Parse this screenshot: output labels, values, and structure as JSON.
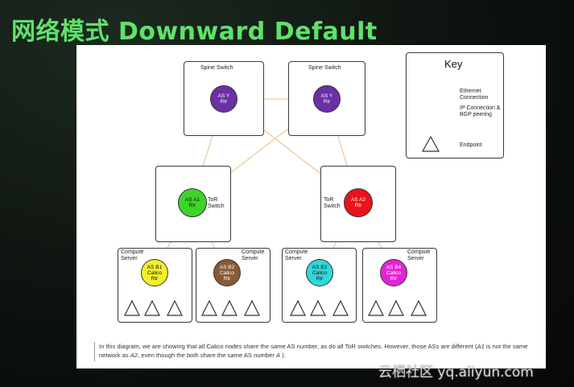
{
  "title": "网络模式 Downward Default",
  "spine_label": "Spine Switch",
  "spines": [
    {
      "as": "AS Y",
      "sub": "Rtr",
      "color": "#6b2fa6"
    },
    {
      "as": "AS Y",
      "sub": "Rtr",
      "color": "#6b2fa6"
    }
  ],
  "tor_label": "ToR Switch",
  "tors": [
    {
      "as": "AS A1",
      "sub": "Rtr",
      "color": "#3ed42a"
    },
    {
      "as": "AS A2",
      "sub": "Rtr",
      "color": "#e8131b"
    }
  ],
  "compute_label": "Compute Server",
  "computes": [
    {
      "as": "AS B1",
      "mid": "Calico",
      "sub": "Rtr",
      "color": "#f4ef2a"
    },
    {
      "as": "AS B2",
      "mid": "Calico",
      "sub": "Rtr",
      "color": "#8a5a34"
    },
    {
      "as": "AS B3",
      "mid": "Calico",
      "sub": "Rtr",
      "color": "#30d8d8"
    },
    {
      "as": "AS B4",
      "mid": "Calico",
      "sub": "Rtr",
      "color": "#e323d6"
    }
  ],
  "key": {
    "title": "Key",
    "ethernet": "Ethernet Connection",
    "ip": "IP Connection & BGP peering",
    "endpoint": "Endpoint",
    "ethernet_color": "#7b7bd8",
    "ip_color": "#f2b882"
  },
  "caption_parts": {
    "p1": "In this diagram, we are showing that all Calico nodes share the same AS number, as do all ToR switches. However, those ASs are different (",
    "p2": "A1",
    "p3": " is not the same network as ",
    "p4": "A2",
    "p5": ", even though the both share the same AS number ",
    "p6": "A",
    "p7": " )."
  },
  "watermark": "云栖社区 yq.aliyun.com"
}
